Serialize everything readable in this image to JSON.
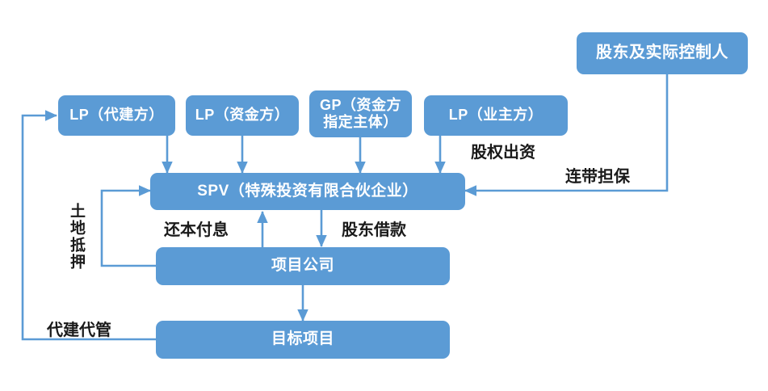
{
  "diagram": {
    "title_text": "",
    "colors": {
      "node_fill": "#5B9BD5",
      "node_text": "#FFFFFF",
      "wire": "#5B9BD5",
      "label_text": "#1A1A1A",
      "background": "#FFFFFF"
    },
    "nodes": [
      {
        "id": "shareholder",
        "label": "股东及实际控制人"
      },
      {
        "id": "lp-builder",
        "label": "LP（代建方）"
      },
      {
        "id": "lp-funder",
        "label": "LP（资金方）"
      },
      {
        "id": "gp",
        "label": "GP（资金方指定主体）"
      },
      {
        "id": "lp-owner",
        "label": "LP（业主方）"
      },
      {
        "id": "spv",
        "label": "SPV（特殊投资有限合伙企业）"
      },
      {
        "id": "project-co",
        "label": "项目公司"
      },
      {
        "id": "target",
        "label": "目标项目"
      }
    ],
    "edge_labels": [
      {
        "id": "equity-contribution",
        "label": "股权出资"
      },
      {
        "id": "joint-guarantee",
        "label": "连带担保"
      },
      {
        "id": "repay-principal",
        "label": "还本付息"
      },
      {
        "id": "shareholder-loan",
        "label": "股东借款"
      },
      {
        "id": "land-mortgage",
        "label": "土地抵押"
      },
      {
        "id": "agency-construction",
        "label": "代建代管"
      }
    ]
  }
}
